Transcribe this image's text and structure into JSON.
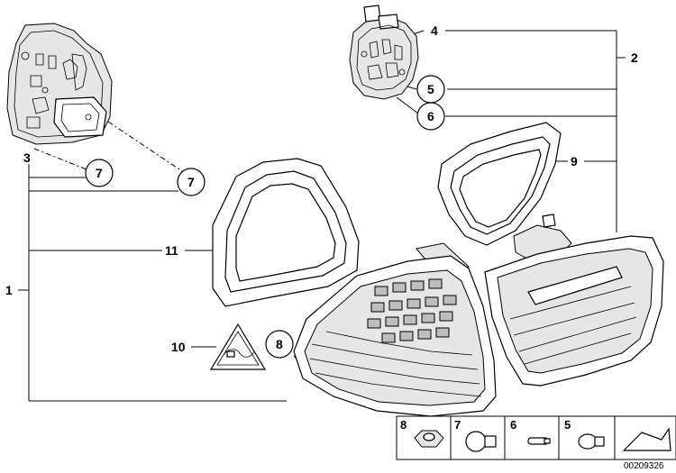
{
  "labels": {
    "l1": "1",
    "l2": "2",
    "l3": "3",
    "l4": "4",
    "l5": "5",
    "l6": "6",
    "l7a": "7",
    "l7b": "7",
    "l8": "8",
    "l9": "9",
    "l10": "10",
    "l11": "11"
  },
  "legend": {
    "i8": "8",
    "i7": "7",
    "i6": "6",
    "i5": "5"
  },
  "reference": "00209326"
}
